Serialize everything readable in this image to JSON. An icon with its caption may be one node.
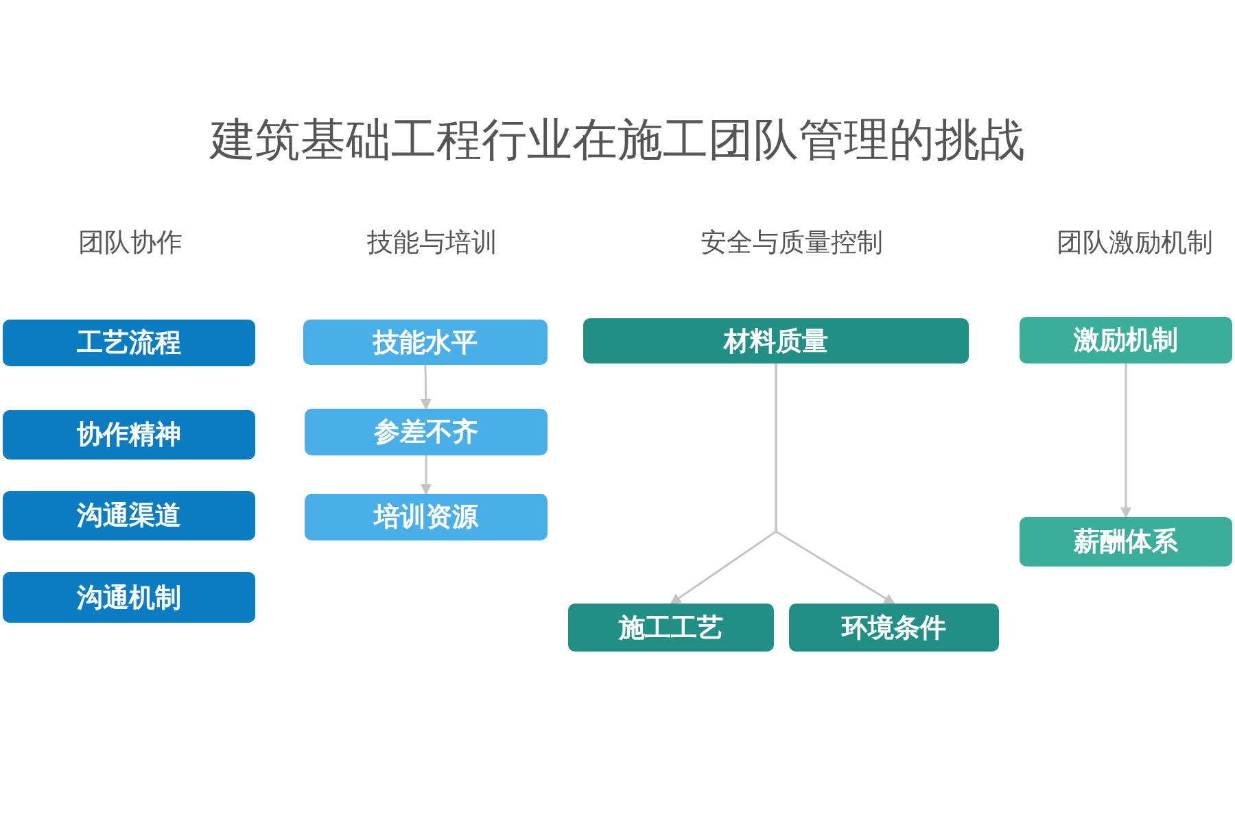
{
  "diagram": {
    "title": "建筑基础工程行业在施工团队管理的挑战",
    "nodes": [
      {
        "text": [
          "工艺流程"
        ]
      },
      {
        "text": [
          "协作精神"
        ]
      },
      {
        "text": [
          "沟通渠道"
        ]
      },
      {
        "text": [
          "沟通机制"
        ]
      },
      {
        "text": [
          "技能水平"
        ]
      },
      {
        "text": [
          "参差不齐"
        ]
      },
      {
        "text": [
          "培训资源"
        ]
      },
      {
        "text": [
          "材料质量"
        ]
      },
      {
        "text": [
          "施工工艺"
        ]
      },
      {
        "text": [
          "环境条件"
        ]
      },
      {
        "text": [
          "激励机制"
        ]
      },
      {
        "text": [
          "薪酬体系"
        ]
      }
    ],
    "edges": [
      {
        "from": 4,
        "to": 5,
        "arrow": "to"
      },
      {
        "from": 5,
        "to": 6,
        "arrow": "to"
      },
      {
        "from": 7,
        "to": 8,
        "arrow": "to"
      },
      {
        "from": 7,
        "to": 9,
        "arrow": "to"
      },
      {
        "from": 10,
        "to": 11,
        "arrow": "to"
      }
    ],
    "labels": [
      "团队协作",
      "技能与培训",
      "安全与质量控制",
      "团队激励机制"
    ]
  }
}
